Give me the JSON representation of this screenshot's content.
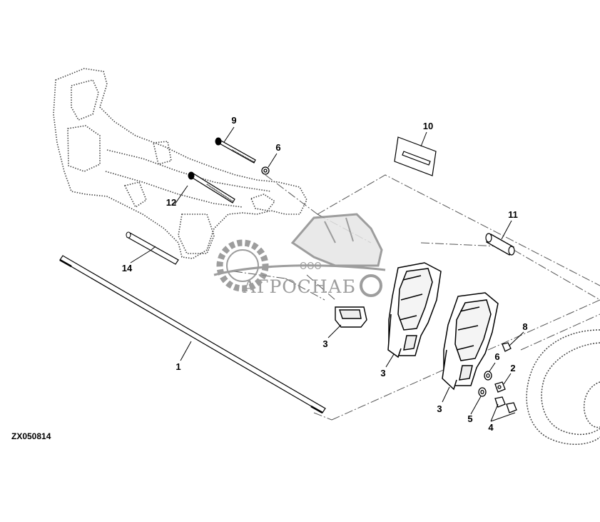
{
  "figure_id": "ZX050814",
  "watermark": {
    "company_prefix": "ООО",
    "company_name": "АГРОСНАБ",
    "logo_icon": "gear-tractor-logo"
  },
  "callouts": [
    {
      "id": "c1",
      "label": "1"
    },
    {
      "id": "c2",
      "label": "2"
    },
    {
      "id": "c3a",
      "label": "3"
    },
    {
      "id": "c3b",
      "label": "3"
    },
    {
      "id": "c3c",
      "label": "3"
    },
    {
      "id": "c4",
      "label": "4"
    },
    {
      "id": "c5",
      "label": "5"
    },
    {
      "id": "c6a",
      "label": "6"
    },
    {
      "id": "c6b",
      "label": "6"
    },
    {
      "id": "c8",
      "label": "8"
    },
    {
      "id": "c9",
      "label": "9"
    },
    {
      "id": "c10",
      "label": "10"
    },
    {
      "id": "c11",
      "label": "11"
    },
    {
      "id": "c12",
      "label": "12"
    },
    {
      "id": "c14",
      "label": "14"
    }
  ],
  "colors": {
    "line": "#000000",
    "watermark": "#8c8c8c"
  }
}
